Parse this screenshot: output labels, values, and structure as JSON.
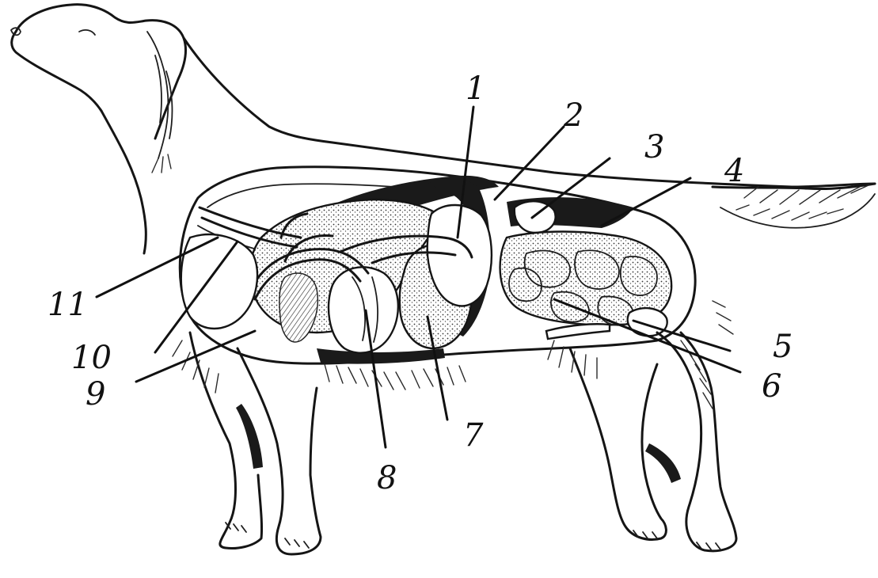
{
  "diagram": {
    "callouts": [
      {
        "id": "1",
        "label": "1"
      },
      {
        "id": "2",
        "label": "2"
      },
      {
        "id": "3",
        "label": "3"
      },
      {
        "id": "4",
        "label": "4"
      },
      {
        "id": "5",
        "label": "5"
      },
      {
        "id": "6",
        "label": "6"
      },
      {
        "id": "7",
        "label": "7"
      },
      {
        "id": "8",
        "label": "8"
      },
      {
        "id": "9",
        "label": "9"
      },
      {
        "id": "10",
        "label": "10"
      },
      {
        "id": "11",
        "label": "11"
      }
    ],
    "colors": {
      "ink": "#151515",
      "paper": "#ffffff"
    }
  }
}
